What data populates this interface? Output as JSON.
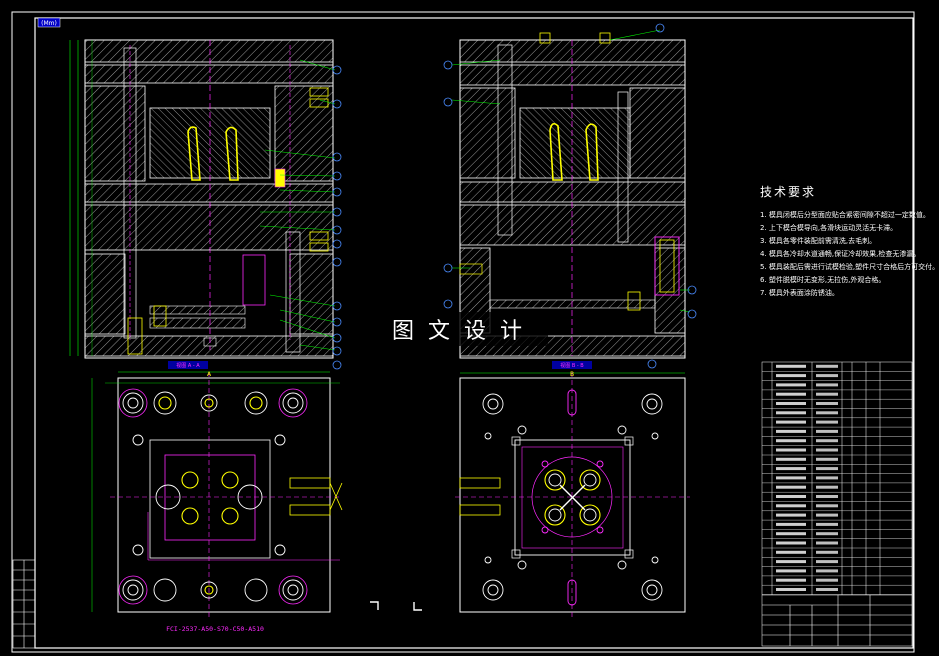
{
  "header": {
    "tag": "(Mm)"
  },
  "tech_requirements": {
    "title": "技术要求",
    "lines": [
      "1. 模具闭模后分型面应贴合紧密间隙不超过一定数值。",
      "2. 上下模合模导向,各滑块运动灵活无卡滞。",
      "3. 模具各零件装配前需清洗,去毛刺。",
      "4. 模具各冷却水道通畅,保证冷却效果,检查无渗漏。",
      "5. 模具装配后需进行试模检验,塑件尺寸合格后方可交付。",
      "6. 塑件脱模时无变形,无拉伤,外观合格。",
      "7. 模具外表面涂防锈油。"
    ]
  },
  "watermark": "图文设计",
  "section_labels": [
    "视图 A - A",
    "视图 B - B"
  ],
  "bottom_note": "FCI-2537-A50-S70-C50-A510",
  "view_labels": [
    "A",
    "B"
  ]
}
